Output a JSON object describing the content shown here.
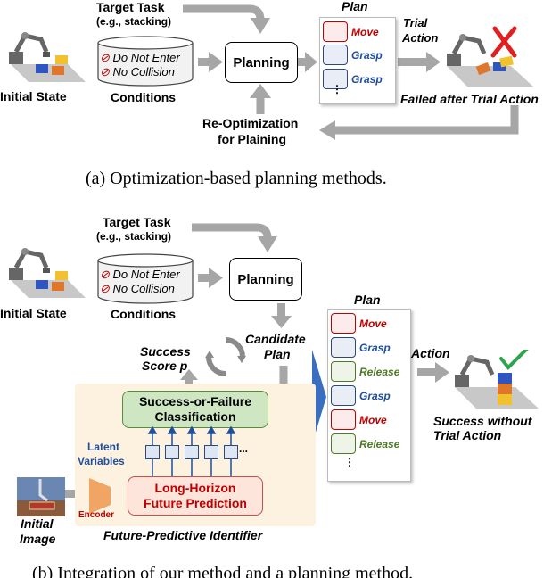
{
  "colors": {
    "arrow_gray": "#a6a6a6",
    "blue": "#1f4e9c",
    "red": "#c00000",
    "green": "#4e7a26",
    "orange_panel": "#fdf2e0",
    "check_green": "#2ea44f"
  },
  "part_a": {
    "target_task": "Target Task",
    "target_task_eg": "(e.g., stacking)",
    "initial_state": "Initial State",
    "conditions_title": "Conditions",
    "cond_1": "Do Not Enter",
    "cond_2": "No Collision",
    "planning": "Planning",
    "plan_title": "Plan",
    "steps": [
      "Move",
      "Grasp",
      "Grasp"
    ],
    "trial_action_1": "Trial",
    "trial_action_2": "Action",
    "failed": "Failed after Trial Action",
    "reopt_1": "Re-Optimization",
    "reopt_2": "for Plaining",
    "caption": "(a) Optimization-based planning methods."
  },
  "part_b": {
    "target_task": "Target Task",
    "target_task_eg": "(e.g., stacking)",
    "initial_state": "Initial State",
    "conditions_title": "Conditions",
    "cond_1": "Do Not Enter",
    "cond_2": "No Collision",
    "planning": "Planning",
    "candidate_1": "Candidate",
    "candidate_2": "Plan",
    "success_score_1": "Success",
    "success_score_2": "Score p",
    "classification_1": "Success-or-Failure",
    "classification_2": "Classification",
    "latent_1": "Latent",
    "latent_2": "Variables",
    "latent_more": "...",
    "prediction_1": "Long-Horizon",
    "prediction_2": "Future Prediction",
    "encoder": "Encoder",
    "initial_image_1": "Initial",
    "initial_image_2": "Image",
    "identifier": "Future-Predictive Identifier",
    "plan_title": "Plan",
    "steps": [
      "Move",
      "Grasp",
      "Release",
      "Grasp",
      "Move",
      "Release"
    ],
    "action": "Action",
    "success_1": "Success without",
    "success_2": "Trial Action",
    "caption": "(b) Integration of our method and a planning method."
  }
}
